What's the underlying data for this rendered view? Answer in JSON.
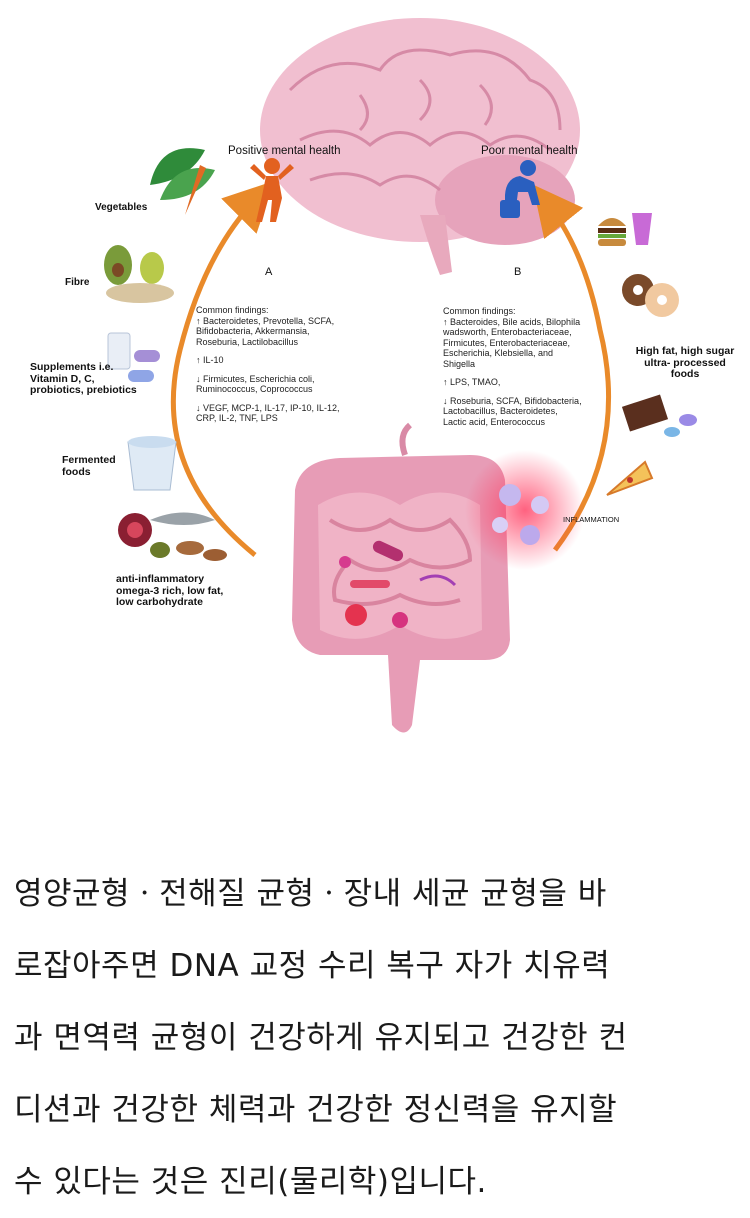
{
  "diagram": {
    "positive_title": "Positive mental health",
    "poor_title": "Poor mental health",
    "panel_a_letter": "A",
    "panel_b_letter": "B",
    "left_items": {
      "vegetables": "Vegetables",
      "fibre": "Fibre",
      "supplements": [
        "Supplements i.e.",
        "Vitamin D, C,",
        "probiotics, prebiotics"
      ],
      "fermented": [
        "Fermented",
        "foods"
      ],
      "diet": [
        "anti-inflammatory",
        "omega-3 rich, low fat,",
        "low carbohydrate"
      ]
    },
    "right_items": {
      "highfat": [
        "High fat, high sugar",
        "ultra- processed",
        "foods"
      ],
      "inflammation": "INFLAMMATION"
    },
    "findings_a": {
      "title": "Common findings:",
      "up": [
        "↑ Bacteroidetes, Prevotella, SCFA,",
        "Bifidobacteria, Akkermansia,",
        "Roseburia, Lactilobacillus"
      ],
      "il10": "↑ IL-10",
      "down1": [
        "↓ Firmicutes, Escherichia coli,",
        "Ruminococcus, Coprococcus"
      ],
      "down2": [
        "↓ VEGF, MCP-1, IL-17, IP-10, IL-12,",
        "CRP, IL-2, TNF, LPS"
      ]
    },
    "findings_b": {
      "title": "Common findings:",
      "up": [
        "↑ Bacteroides, Bile acids, Bilophila",
        "wadsworth, Enterobacteriaceae,",
        "Firmicutes, Enterobacteriaceae,",
        "Escherichia, Klebsiella, and",
        "Shigella"
      ],
      "lps": "↑ LPS, TMAO,",
      "down": [
        "↓ Roseburia, SCFA, Bifidobacteria,",
        "Lactobacillus, Bacteroidetes,",
        "Lactic acid, Enterococcus"
      ]
    },
    "colors": {
      "arrow": "#e98a2a",
      "brain": "#eeb6c8",
      "gut": "#e79cb6",
      "positive_icon": "#e2611f",
      "poor_icon": "#2a5fbf",
      "inflammation": "#ff4d6d"
    }
  },
  "caption": {
    "lines": [
      "영양균형ㆍ전해질 균형ㆍ장내 세균 균형을 바",
      "로잡아주면 DNA 교정 수리 복구 자가 치유력",
      "과 면역력 균형이 건강하게 유지되고 건강한 컨",
      "디션과 건강한 체력과 건강한 정신력을 유지할",
      "수 있다는 것은 진리(물리학)입니다."
    ]
  }
}
